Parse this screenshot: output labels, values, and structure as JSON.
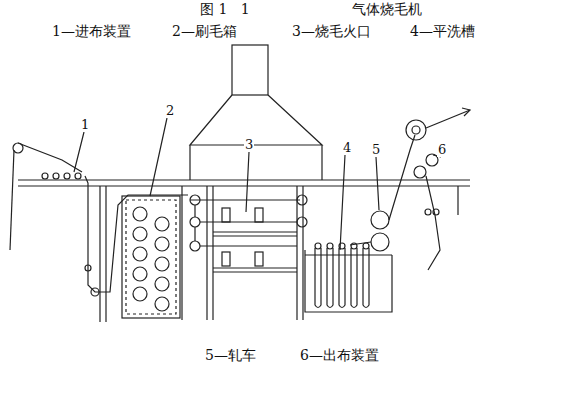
{
  "diagram": {
    "title": "气体烧毛机",
    "labels": [
      "图 1   1",
      "1—进布装置",
      "2—刷毛箱",
      "3—烧毛火口",
      "4—平洗槽",
      "5—轧车",
      "6—出布装置",
      "1",
      "2",
      "3",
      "4",
      "5",
      "6"
    ]
  }
}
